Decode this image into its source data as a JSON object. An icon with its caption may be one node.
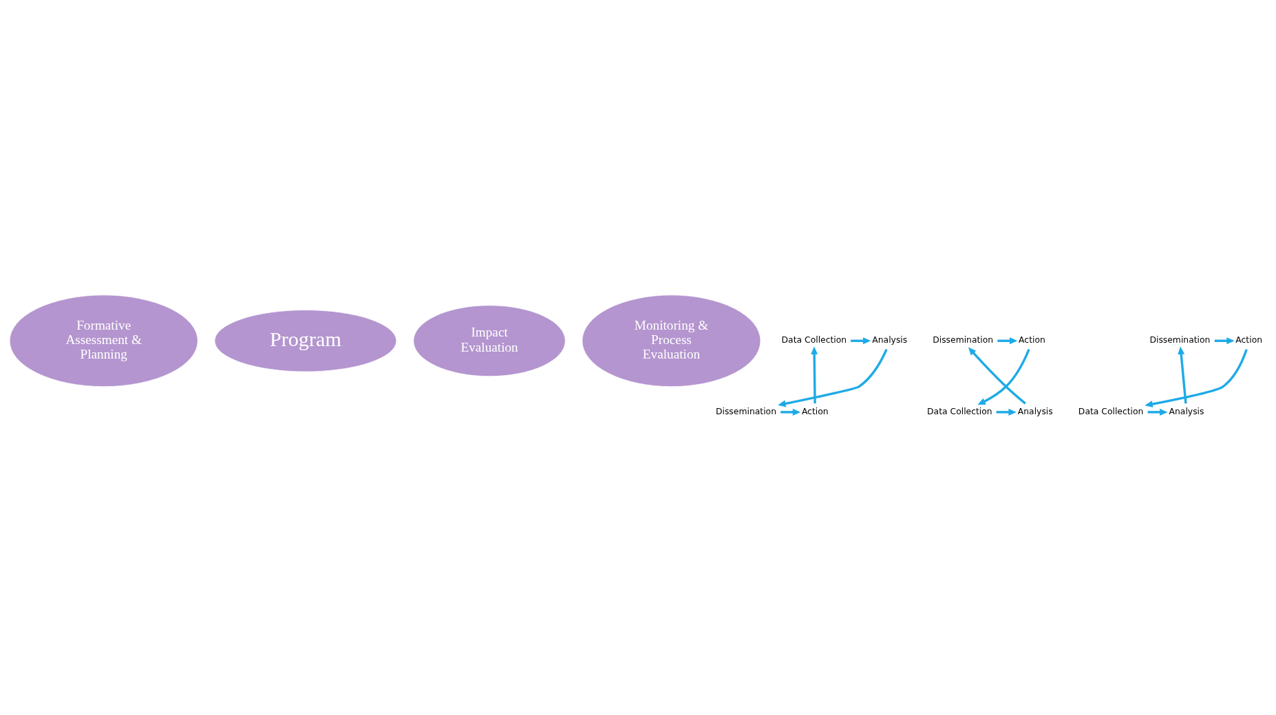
{
  "diagram": {
    "nodes": [
      {
        "text": [
          "Formative Assessment & Planning"
        ]
      },
      {
        "text": [
          "Program"
        ]
      },
      {
        "text": [
          "Impact Evaluation"
        ]
      },
      {
        "text": [
          "Monitoring & Process Evaluation"
        ]
      },
      {
        "text": [
          "Data Collection"
        ]
      },
      {
        "text": [
          "Analysis"
        ]
      },
      {
        "text": [
          "Dissemination"
        ]
      },
      {
        "text": [
          "Action"
        ]
      },
      {
        "text": [
          "Data Collection"
        ]
      },
      {
        "text": [
          "Analysis"
        ]
      },
      {
        "text": [
          "Dissemination"
        ]
      },
      {
        "text": [
          "Action"
        ]
      },
      {
        "text": [
          "Data Collection"
        ]
      },
      {
        "text": [
          "Analysis"
        ]
      },
      {
        "text": [
          "Dissemination"
        ]
      },
      {
        "text": [
          "Action"
        ]
      }
    ],
    "edges": [
      {
        "from": 4,
        "to": 5,
        "arrow": "to"
      },
      {
        "from": 5,
        "to": 6,
        "arrow": "to"
      },
      {
        "from": 6,
        "to": 7,
        "arrow": "to"
      },
      {
        "from": 7,
        "to": 4,
        "arrow": "to"
      },
      {
        "from": 8,
        "to": 9,
        "arrow": "to"
      },
      {
        "from": 9,
        "to": 10,
        "arrow": "to"
      },
      {
        "from": 10,
        "to": 11,
        "arrow": "to"
      },
      {
        "from": 11,
        "to": 8,
        "arrow": "to"
      },
      {
        "from": 12,
        "to": 13,
        "arrow": "to"
      },
      {
        "from": 13,
        "to": 14,
        "arrow": "to"
      },
      {
        "from": 14,
        "to": 15,
        "arrow": "to"
      },
      {
        "from": 15,
        "to": 12,
        "arrow": "to"
      }
    ]
  }
}
